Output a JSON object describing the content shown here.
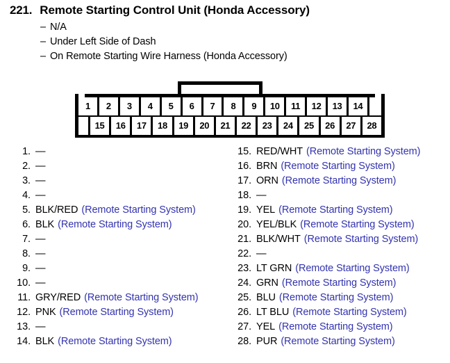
{
  "header": {
    "number": "221.",
    "title": "Remote Starting Control Unit (Honda Accessory)",
    "dash": "–",
    "sub_items": [
      "N/A",
      "Under Left Side of Dash",
      "On Remote Starting Wire Harness (Honda Accessory)"
    ]
  },
  "connector": {
    "name": "28-pin-connector",
    "top_row": [
      "1",
      "2",
      "3",
      "4",
      "5",
      "6",
      "7",
      "8",
      "9",
      "10",
      "11",
      "12",
      "13",
      "14"
    ],
    "bottom_row": [
      "15",
      "16",
      "17",
      "18",
      "19",
      "20",
      "21",
      "22",
      "23",
      "24",
      "25",
      "26",
      "27",
      "28"
    ],
    "latch_label": "locking-tab",
    "colors": {
      "body": "#000000",
      "cavity": "#ffffff"
    }
  },
  "legend": {
    "empty_marker": "—",
    "system_label": "(Remote Starting System)",
    "system_color": "#3333b0",
    "left": [
      {
        "num": "1.",
        "wire": "—",
        "system": ""
      },
      {
        "num": "2.",
        "wire": "—",
        "system": ""
      },
      {
        "num": "3.",
        "wire": "—",
        "system": ""
      },
      {
        "num": "4.",
        "wire": "—",
        "system": ""
      },
      {
        "num": "5.",
        "wire": "BLK/RED",
        "system": "(Remote Starting System)"
      },
      {
        "num": "6.",
        "wire": "BLK",
        "system": "(Remote Starting System)"
      },
      {
        "num": "7.",
        "wire": "—",
        "system": ""
      },
      {
        "num": "8.",
        "wire": "—",
        "system": ""
      },
      {
        "num": "9.",
        "wire": "—",
        "system": ""
      },
      {
        "num": "10.",
        "wire": "—",
        "system": ""
      },
      {
        "num": "11.",
        "wire": "GRY/RED",
        "system": "(Remote Starting System)"
      },
      {
        "num": "12.",
        "wire": "PNK",
        "system": "(Remote Starting System)"
      },
      {
        "num": "13.",
        "wire": "—",
        "system": ""
      },
      {
        "num": "14.",
        "wire": "BLK",
        "system": "(Remote Starting System)"
      }
    ],
    "right": [
      {
        "num": "15.",
        "wire": "RED/WHT",
        "system": "(Remote Starting System)"
      },
      {
        "num": "16.",
        "wire": "BRN",
        "system": "(Remote Starting System)"
      },
      {
        "num": "17.",
        "wire": "ORN",
        "system": "(Remote Starting System)"
      },
      {
        "num": "18.",
        "wire": "—",
        "system": ""
      },
      {
        "num": "19.",
        "wire": "YEL",
        "system": "(Remote Starting System)"
      },
      {
        "num": "20.",
        "wire": "YEL/BLK",
        "system": "(Remote Starting System)"
      },
      {
        "num": "21.",
        "wire": "BLK/WHT",
        "system": "(Remote Starting System)"
      },
      {
        "num": "22.",
        "wire": "—",
        "system": ""
      },
      {
        "num": "23.",
        "wire": "LT GRN",
        "system": "(Remote Starting System)"
      },
      {
        "num": "24.",
        "wire": "GRN",
        "system": "(Remote Starting System)"
      },
      {
        "num": "25.",
        "wire": "BLU",
        "system": "(Remote Starting System)"
      },
      {
        "num": "26.",
        "wire": "LT BLU",
        "system": "(Remote Starting System)"
      },
      {
        "num": "27.",
        "wire": "YEL",
        "system": "(Remote Starting System)"
      },
      {
        "num": "28.",
        "wire": "PUR",
        "system": "(Remote Starting System)"
      }
    ]
  }
}
